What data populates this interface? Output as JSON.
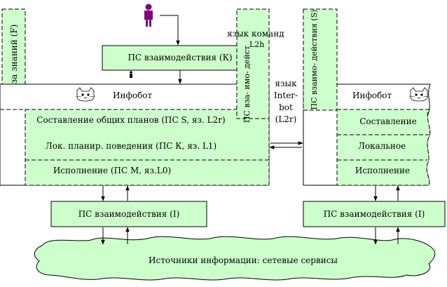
{
  "colors": {
    "fill": "#ccffcc",
    "stroke": "#000000",
    "user": "#800080",
    "background": "#ffffff"
  },
  "labels": {
    "knowledge_base": "База знаний (F)",
    "ps_interaction_k": "ПС взаимодействия (К)",
    "command_lang": "язык команд",
    "command_lang_sub": "L2h",
    "ps_interaction_vertical": "ПС вза- имо- дейст",
    "ps_interaction_s": "ПС взаимо- действия (S)",
    "infobot_left": "Инфобот",
    "infobot_right": "Инфобот",
    "plan_general": "Составление общих планов (ПС S, яз. L2r)",
    "plan_local": "Лок. планир. поведения (ПС К, яз. L1)",
    "execution_left": "Исполнение (ПС  М, яз.L0)",
    "plan_right": "Составление",
    "local_right": "Локальное",
    "execution_right": "Исполнение",
    "interbot_1": "язык",
    "interbot_2": "Inter-",
    "interbot_3": "bot",
    "interbot_4": "(L2r)",
    "ps_interaction_i_left": "ПС взаимодействия (I)",
    "ps_interaction_i_right": "ПС взаимодействия (I)",
    "info_sources": "Источники информации: сетевые сервисы"
  },
  "icons": {
    "user": "person-icon",
    "small_user": "small-person-icon",
    "cat_left": "cat-icon",
    "cat_right": "cat-icon"
  }
}
